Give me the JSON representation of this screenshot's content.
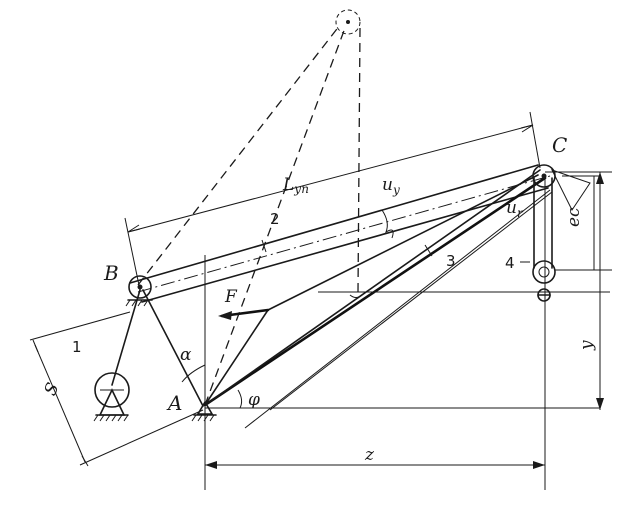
{
  "labels": {
    "point_a": "A",
    "point_b": "B",
    "point_c": "C",
    "force": "F",
    "length": "L",
    "length_sub": "уп",
    "angle_alpha": "α",
    "angle_phi": "φ",
    "u_y": "u",
    "u_y_sub": "y",
    "u_r": "u",
    "u_r_sub": "r",
    "member_1": "1",
    "member_2": "2",
    "member_3": "3",
    "member_4": "4",
    "dim_s": "S",
    "dim_z": "z",
    "dim_y": "y",
    "dim_ec": "ec"
  },
  "colors": {
    "ink": "#1a1a1a",
    "paper": "#ffffff"
  }
}
